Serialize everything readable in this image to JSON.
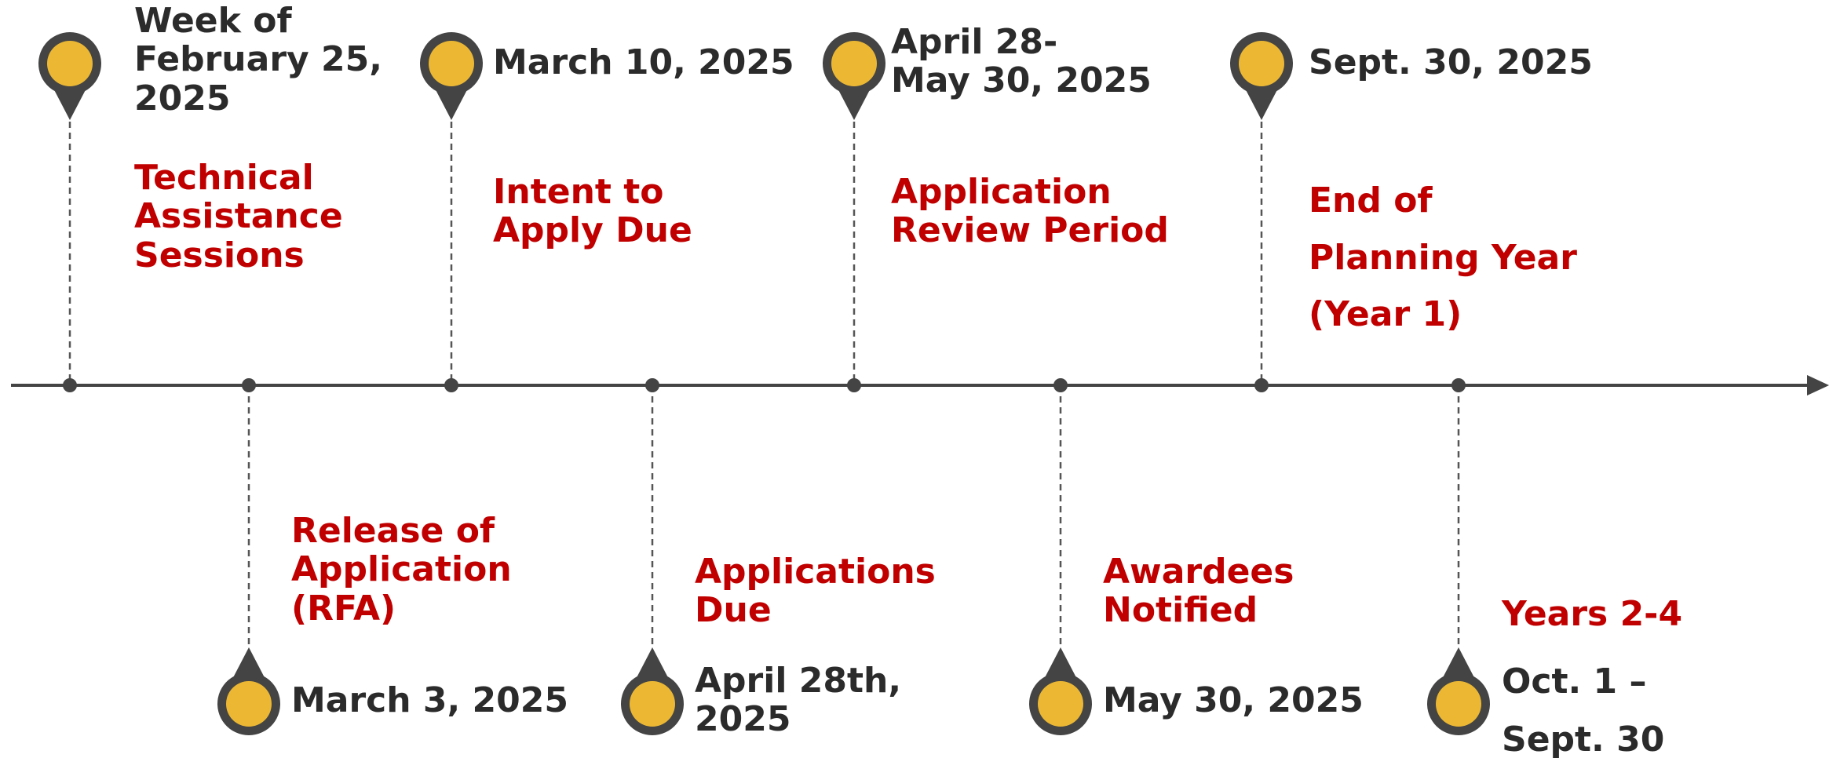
{
  "colors": {
    "title_red": "#c00000",
    "date_dark": "#2b2b2b",
    "marker_fill": "#ecb833",
    "marker_ring": "#444444",
    "axis": "#444444"
  },
  "timeline": {
    "events": [
      {
        "position": "top",
        "date": "Week of\nFebruary 25,\n2025",
        "title": "Technical\nAssistance\nSessions"
      },
      {
        "position": "bottom",
        "date": "March 3, 2025",
        "title": "Release of\nApplication\n(RFA)"
      },
      {
        "position": "top",
        "date": "March 10, 2025",
        "title": "Intent to\nApply Due"
      },
      {
        "position": "bottom",
        "date": "April 28th,\n2025",
        "title": "Applications\nDue"
      },
      {
        "position": "top",
        "date": "April 28-\nMay 30, 2025",
        "title": "Application\nReview Period"
      },
      {
        "position": "bottom",
        "date": "May 30, 2025",
        "title": "Awardees\nNotified"
      },
      {
        "position": "top",
        "date": "Sept. 30, 2025",
        "title": "End of\nPlanning Year\n(Year 1)"
      },
      {
        "position": "bottom",
        "date": "Oct. 1 –\nSept. 30",
        "title": "Years 2-4"
      }
    ]
  }
}
